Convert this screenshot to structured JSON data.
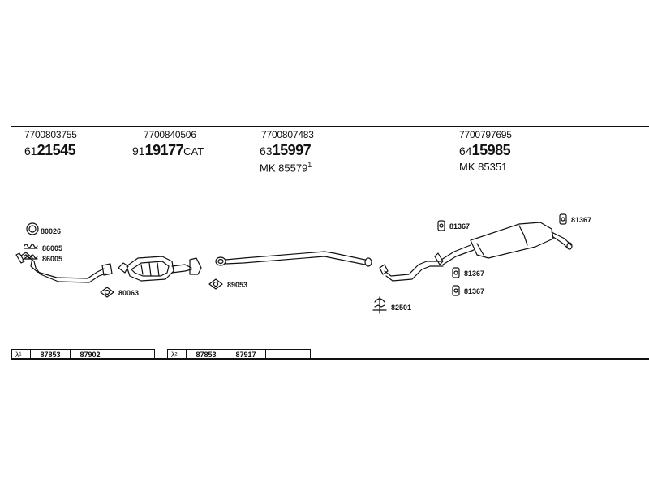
{
  "parts": [
    {
      "oem": "7700803755",
      "prefix": "61",
      "number": "21545",
      "suffix": "",
      "mk_prefix": "",
      "mk": "",
      "mk_sup": ""
    },
    {
      "oem": "7700840506",
      "prefix": "91",
      "number": "19177",
      "suffix": "CAT",
      "mk_prefix": "",
      "mk": "",
      "mk_sup": ""
    },
    {
      "oem": "7700807483",
      "prefix": "63",
      "number": "15997",
      "suffix": "",
      "mk_prefix": "MK",
      "mk": "85579",
      "mk_sup": "1"
    },
    {
      "oem": "7700797695",
      "prefix": "64",
      "number": "15985",
      "suffix": "",
      "mk_prefix": "MK",
      "mk": "85351",
      "mk_sup": ""
    }
  ],
  "callouts": {
    "c80026": "80026",
    "c86005a": "86005",
    "c86005b": "86005",
    "c80063": "80063",
    "c89053": "89053",
    "c82501": "82501",
    "c81367a": "81367",
    "c81367b": "81367",
    "c81367c": "81367",
    "c81367d": "81367"
  },
  "ref_tables": [
    {
      "lambda": "λ¹",
      "cells": [
        "87853",
        "87902",
        ""
      ]
    },
    {
      "lambda": "λ²",
      "cells": [
        "87853",
        "87917",
        ""
      ]
    }
  ]
}
